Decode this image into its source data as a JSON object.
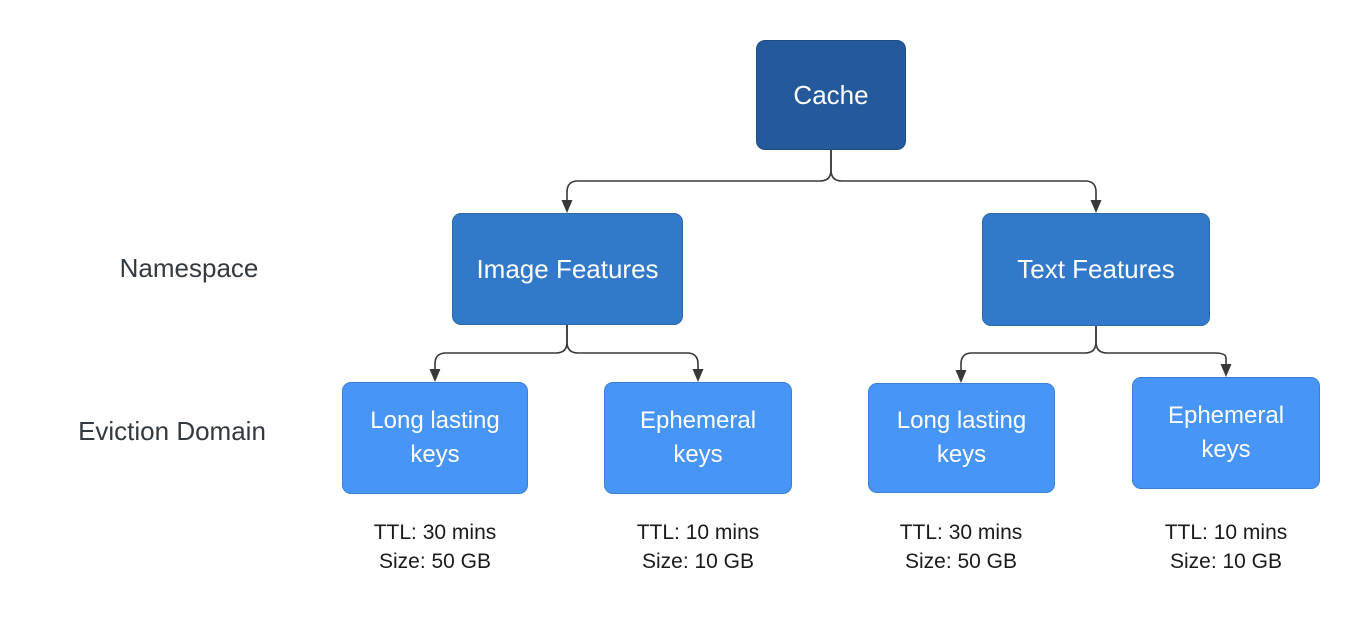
{
  "diagram": {
    "root": {
      "label": "Cache"
    },
    "row_labels": {
      "namespace": "Namespace",
      "eviction_domain": "Eviction Domain"
    },
    "namespaces": [
      {
        "label": "Image Features"
      },
      {
        "label": "Text Features"
      }
    ],
    "eviction_domains": [
      {
        "label": "Long lasting keys",
        "ttl": "TTL: 30 mins",
        "size": "Size: 50 GB",
        "parent": "Image Features"
      },
      {
        "label": "Ephemeral keys",
        "ttl": "TTL: 10 mins",
        "size": "Size: 10 GB",
        "parent": "Image Features"
      },
      {
        "label": "Long lasting keys",
        "ttl": "TTL: 30 mins",
        "size": "Size: 50 GB",
        "parent": "Text Features"
      },
      {
        "label": "Ephemeral keys",
        "ttl": "TTL: 10 mins",
        "size": "Size: 10 GB",
        "parent": "Text Features"
      }
    ],
    "colors": {
      "root_fill": "#24599c",
      "namespace_fill": "#3379c9",
      "eviction_fill": "#4795f7",
      "connector": "#383838",
      "node_text": "#ffffff",
      "row_label_text": "#333940",
      "annotation_text": "#1a1a1a"
    }
  }
}
